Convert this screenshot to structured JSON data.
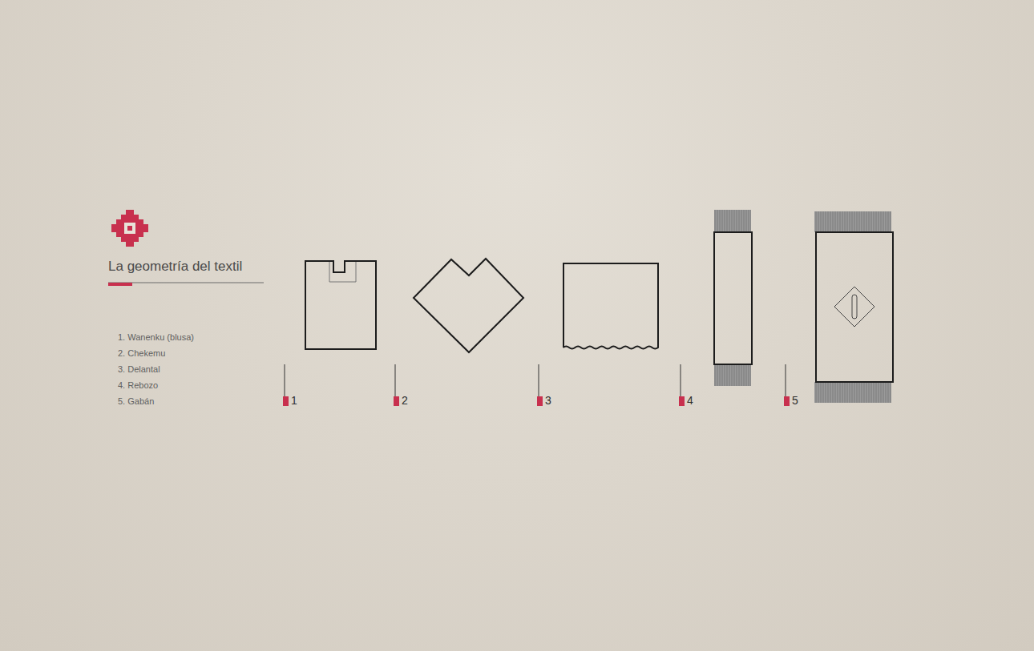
{
  "diagram": {
    "title": "La geometría del textil",
    "labels": [
      "1. Wanenku (blusa)",
      "2. Chekemu",
      "3. Delantal",
      "4. Rebozo",
      "5. Gabán",
      "1",
      "2",
      "3",
      "4",
      "5"
    ]
  }
}
